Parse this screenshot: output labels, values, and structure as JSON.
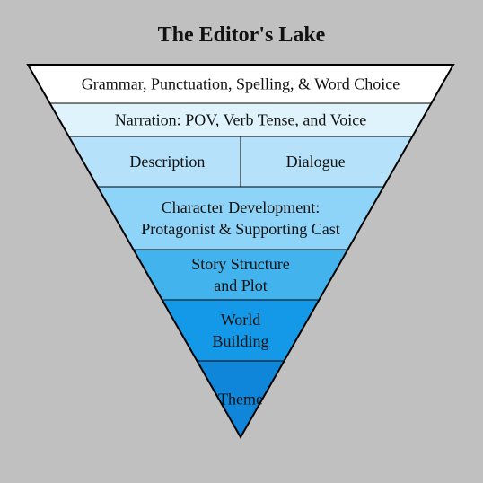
{
  "title": "The Editor's Lake",
  "layers": [
    {
      "id": "grammar",
      "cells": [
        {
          "lines": [
            "Grammar, Punctuation, Spelling, & Word Choice"
          ]
        }
      ],
      "color": "#ffffff"
    },
    {
      "id": "narration",
      "cells": [
        {
          "lines": [
            "Narration: POV, Verb Tense, and Voice"
          ]
        }
      ],
      "color": "#dff3fd"
    },
    {
      "id": "description-dialogue",
      "cells": [
        {
          "lines": [
            "Description"
          ]
        },
        {
          "lines": [
            "Dialogue"
          ]
        }
      ],
      "color": "#b5e2fa"
    },
    {
      "id": "character",
      "cells": [
        {
          "lines": [
            "Character Development:",
            "Protagonist & Supporting Cast"
          ]
        }
      ],
      "color": "#8ed4f8"
    },
    {
      "id": "structure",
      "cells": [
        {
          "lines": [
            "Story Structure",
            "and Plot"
          ]
        }
      ],
      "color": "#42b3ed"
    },
    {
      "id": "world",
      "cells": [
        {
          "lines": [
            "World",
            "Building"
          ]
        }
      ],
      "color": "#1399e8"
    },
    {
      "id": "theme",
      "cells": [
        {
          "lines": [
            "Theme"
          ]
        }
      ],
      "color": "#0f86d9"
    }
  ],
  "outline_color": "#000000"
}
